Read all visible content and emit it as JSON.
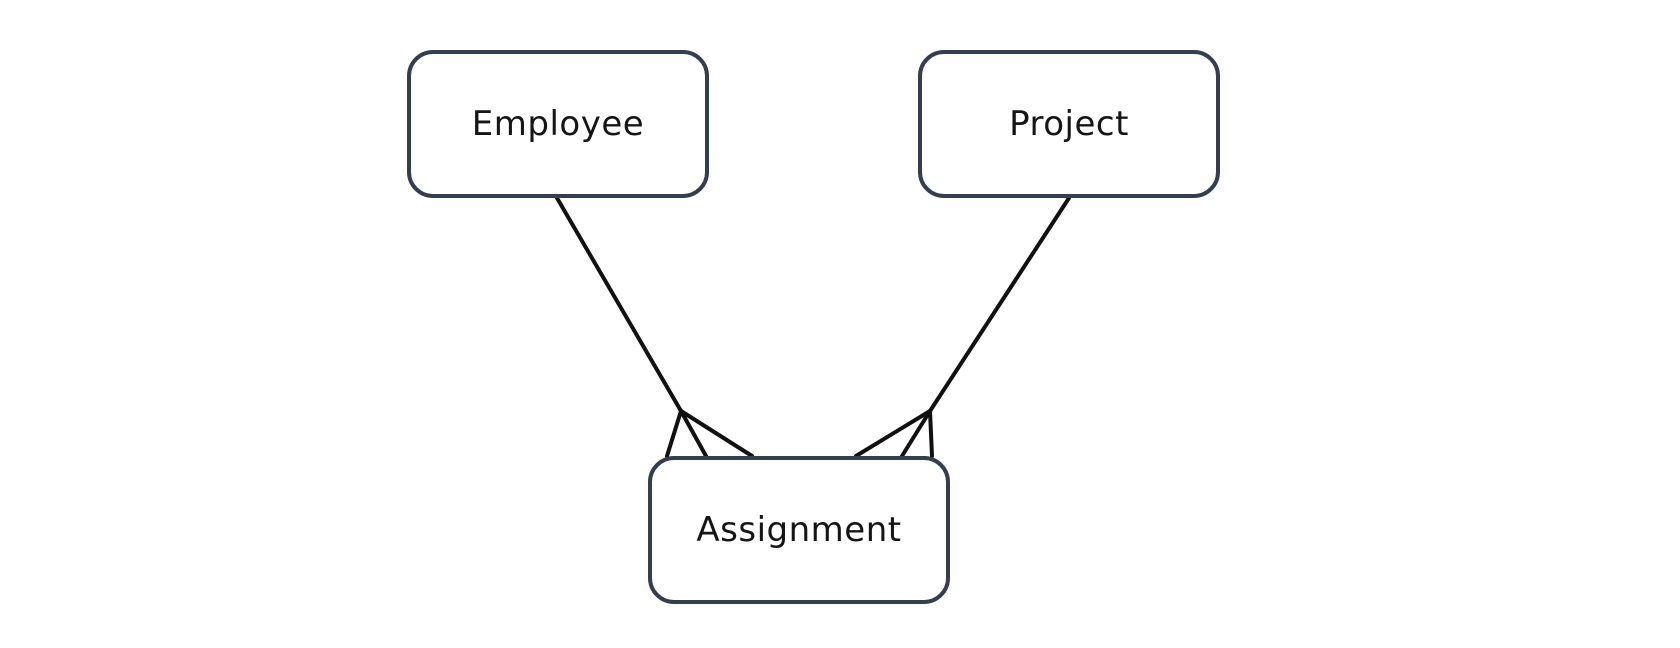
{
  "diagram": {
    "type": "entity-relationship",
    "entities": [
      {
        "id": "employee",
        "label": "Employee"
      },
      {
        "id": "project",
        "label": "Project"
      },
      {
        "id": "assignment",
        "label": "Assignment"
      }
    ],
    "relationships": [
      {
        "from": "employee",
        "to": "assignment",
        "from_cardinality": "one",
        "to_cardinality": "many"
      },
      {
        "from": "project",
        "to": "assignment",
        "from_cardinality": "one",
        "to_cardinality": "many"
      }
    ],
    "colors": {
      "entity_border": "#343e4f",
      "connector": "#111111",
      "label_text": "#151515",
      "background": "#ffffff"
    }
  }
}
